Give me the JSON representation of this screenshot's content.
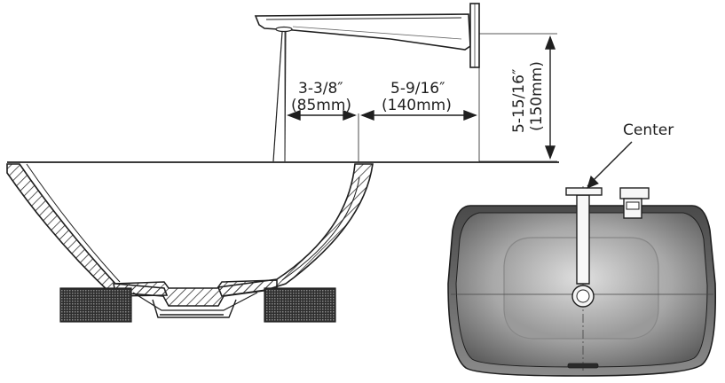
{
  "dimensions": {
    "offset": {
      "imperial": "3-3/8″",
      "metric": "(85mm)"
    },
    "reach": {
      "imperial": "5-9/16″",
      "metric": "(140mm)"
    },
    "height": {
      "imperial": "5-15/16″",
      "metric": "(150mm)"
    }
  },
  "labels": {
    "center": "Center"
  },
  "colors": {
    "line": "#1f1f1f",
    "hatch": "#333333",
    "basin_dark": "#6e6e6e",
    "basin_light": "#cfcfcf"
  }
}
